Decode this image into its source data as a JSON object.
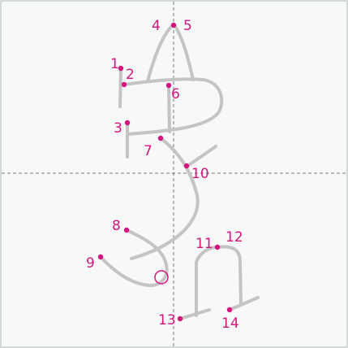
{
  "accent_color": "#d4157f",
  "stroke_color": "#c4c4c4",
  "labels": {
    "n1": "1",
    "n2": "2",
    "n3": "3",
    "n4": "4",
    "n5": "5",
    "n6": "6",
    "n7": "7",
    "n8": "8",
    "n9": "9",
    "n10": "10",
    "n11": "11",
    "n12": "12",
    "n13": "13",
    "n14": "14"
  }
}
